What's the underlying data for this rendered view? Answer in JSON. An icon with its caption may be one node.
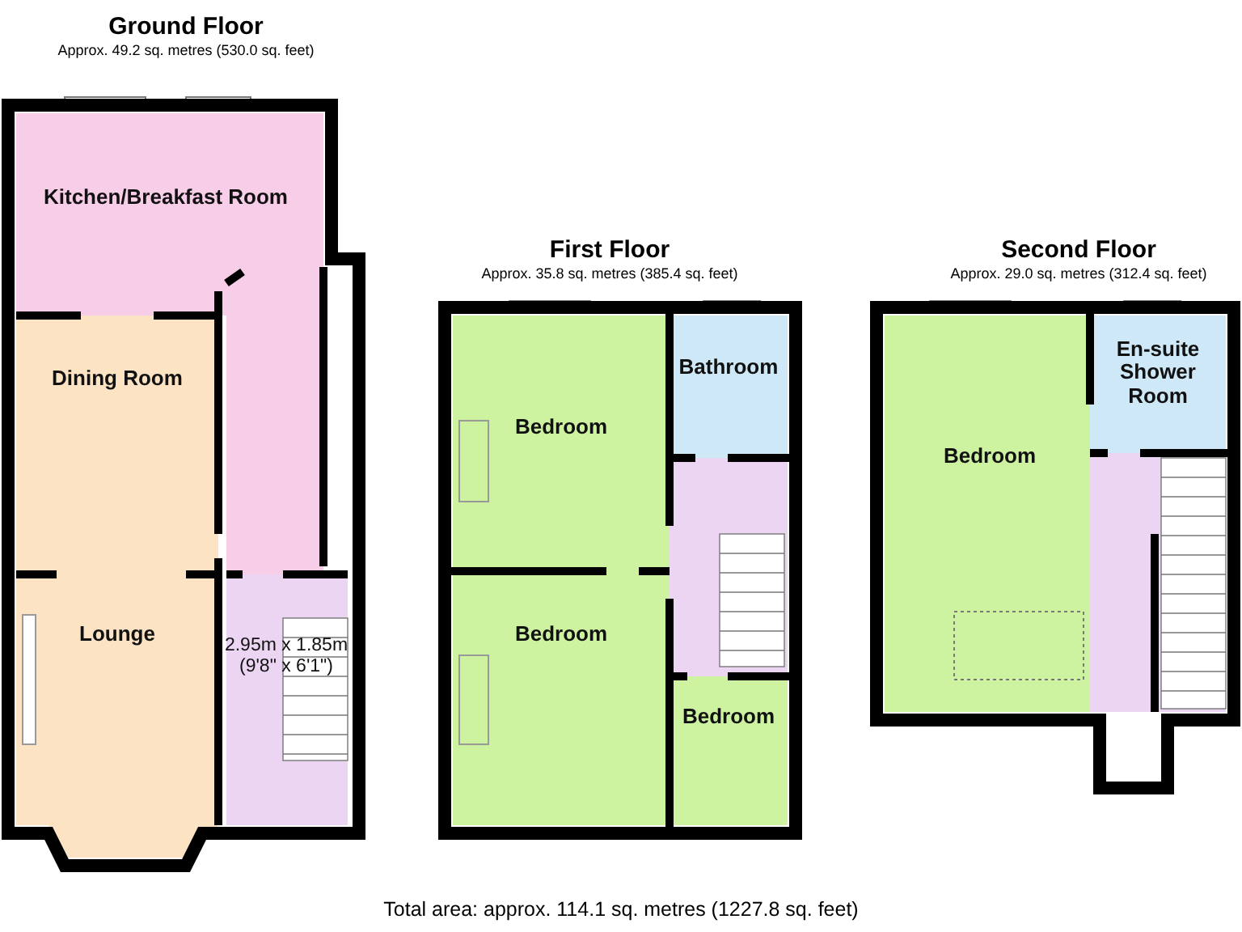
{
  "diagram": {
    "caption": "Total area: approx. 114.1 sq. metres (1227.8 sq. feet)",
    "nodes": [
      {
        "text": [
          "Ground Floor",
          "Approx. 49.2 sq. metres (530.0 sq. feet)"
        ]
      },
      {
        "text": [
          "Kitchen/Breakfast Room"
        ],
        "in": 0
      },
      {
        "text": [
          "Dining Room"
        ],
        "in": 0
      },
      {
        "text": [
          "Lounge"
        ],
        "in": 0
      },
      {
        "text": [
          "2.95m x 1.85m (9'8\" x 6'1\")"
        ],
        "in": 0
      },
      {
        "text": [
          "First Floor",
          "Approx. 35.8 sq. metres (385.4 sq. feet)"
        ]
      },
      {
        "text": [
          "Bedroom"
        ],
        "in": 5
      },
      {
        "text": [
          "Bathroom"
        ],
        "in": 5
      },
      {
        "text": [],
        "shape": "box",
        "in": 5
      },
      {
        "text": [
          "Bedroom"
        ],
        "in": 5
      },
      {
        "text": [
          "Bedroom"
        ],
        "in": 5
      },
      {
        "text": [
          "Second Floor",
          "Approx. 29.0 sq. metres (312.4 sq. feet)"
        ]
      },
      {
        "text": [
          "Bedroom"
        ],
        "in": 11
      },
      {
        "text": [
          "En-suite Shower Room"
        ],
        "in": 11
      },
      {
        "text": [],
        "shape": "box",
        "in": 11
      }
    ],
    "edges": []
  }
}
